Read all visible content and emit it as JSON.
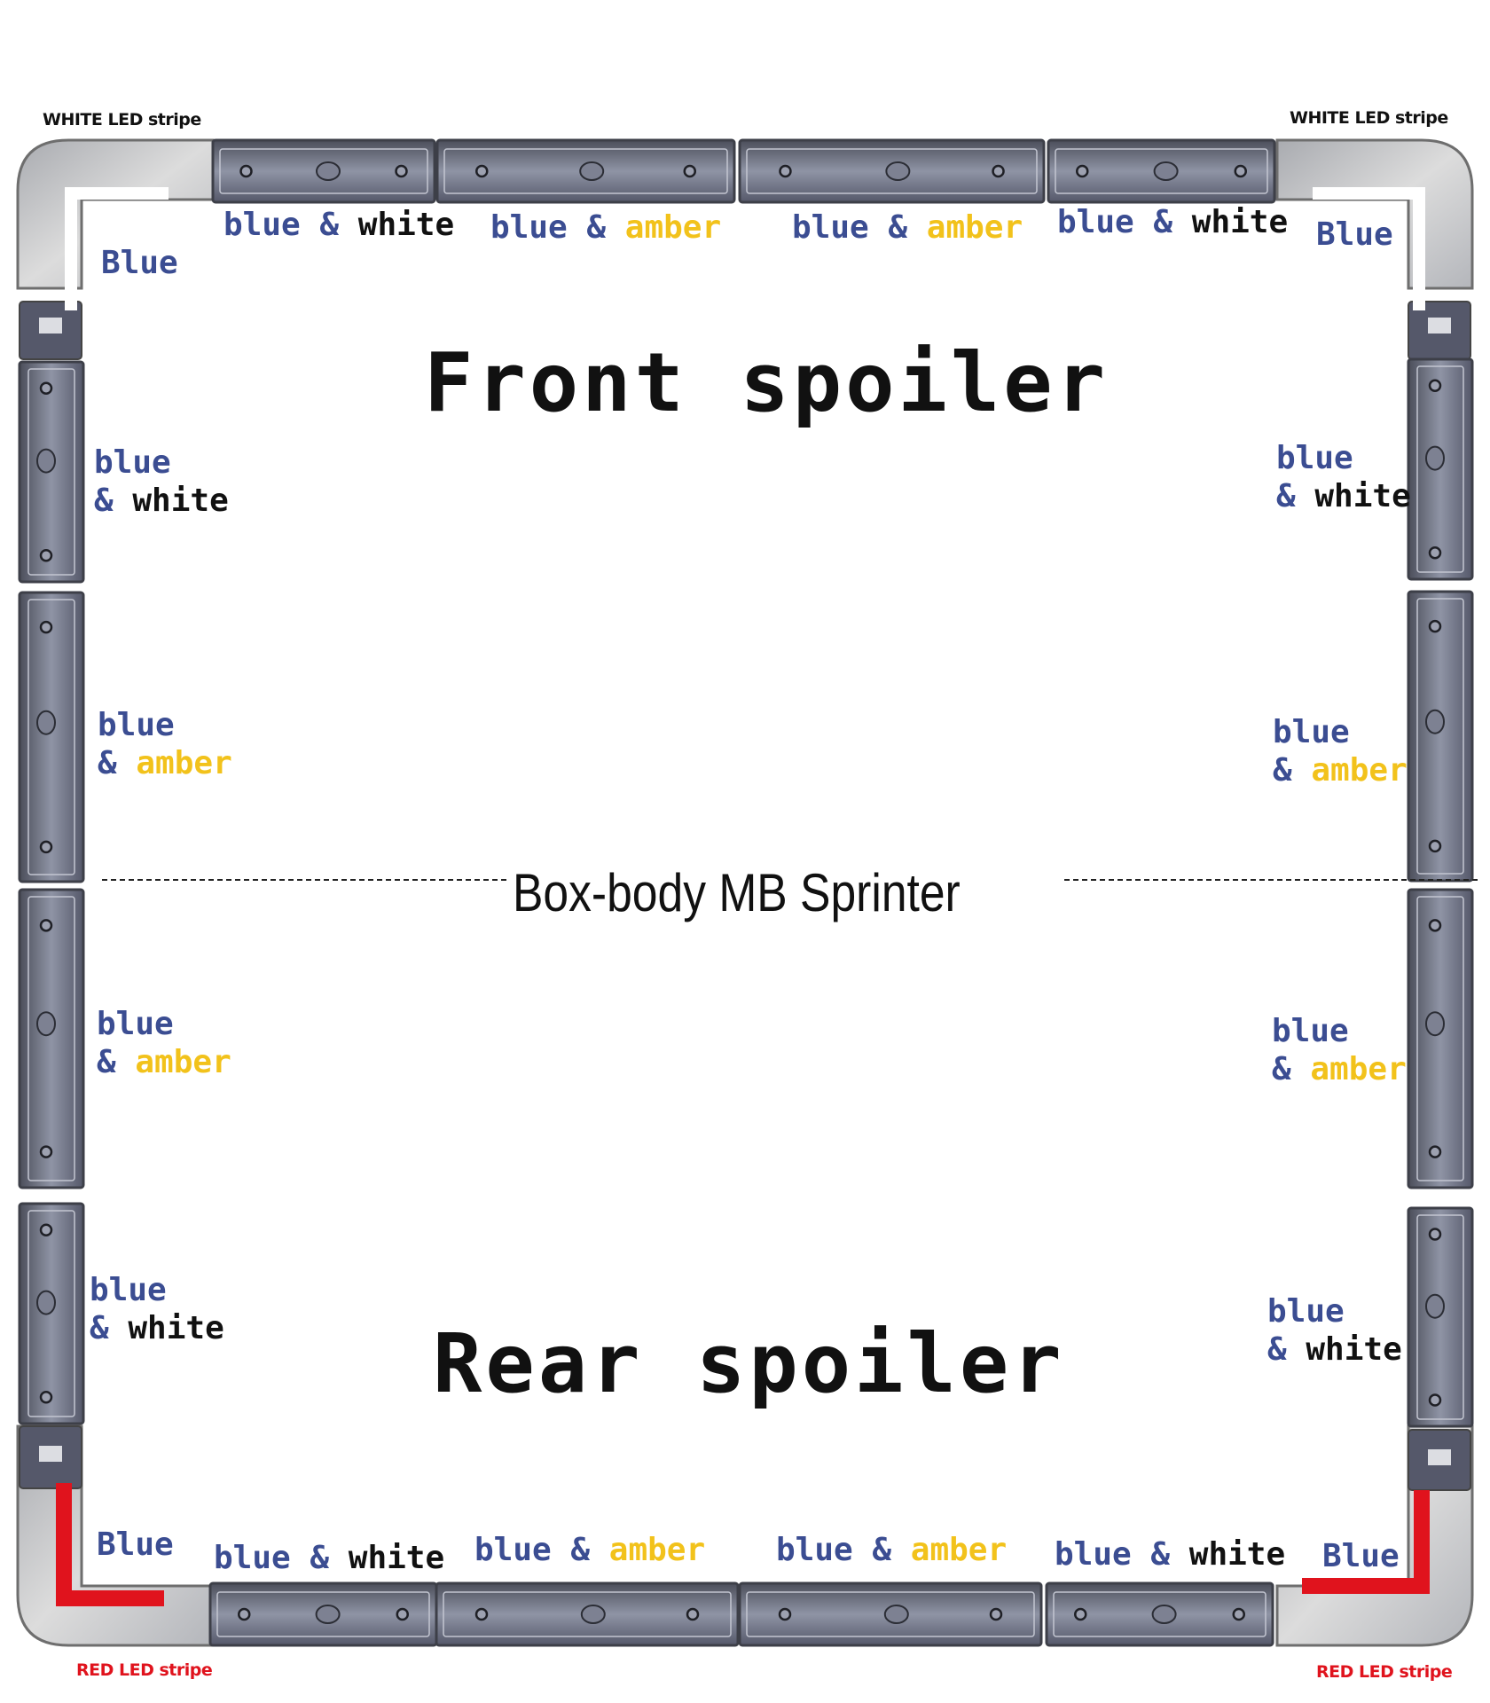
{
  "titles": {
    "front": "Front spoiler",
    "rear": "Rear spoiler",
    "middle": "Box-body MB Sprinter"
  },
  "stripes": {
    "white_left": "WHITE LED stripe",
    "white_right": "WHITE LED stripe",
    "red_left": "RED LED stripe",
    "red_right": "RED LED stripe"
  },
  "words": {
    "blue_cap": "Blue",
    "blue": "blue",
    "amp": "&",
    "white": "white",
    "amber": "amber"
  },
  "module_labels": {
    "top_corner_left": "Blue",
    "top_corner_right": "Blue",
    "top_1": "blue & white",
    "top_2": "blue & amber",
    "top_3": "blue & amber",
    "top_4": "blue & white",
    "left_1": "blue & white",
    "left_2": "blue & amber",
    "left_3": "blue & amber",
    "left_4": "blue & white",
    "right_1": "blue & white",
    "right_2": "blue & amber",
    "right_3": "blue & amber",
    "right_4": "blue & white",
    "bottom_corner_left": "Blue",
    "bottom_corner_right": "Blue",
    "bottom_1": "blue & white",
    "bottom_2": "blue & amber",
    "bottom_3": "blue & amber",
    "bottom_4": "blue & white"
  },
  "colors": {
    "blue_text": "#3b4d92",
    "amber_text": "#f2c21b",
    "white_text": "#111111",
    "red_led": "#e0131d",
    "white_led": "#ffffff",
    "module_body": "#6f7280",
    "module_glass": "#8e93a3",
    "corner_body": "#c9c9c9",
    "frame_outline": "#6e6e6e"
  }
}
